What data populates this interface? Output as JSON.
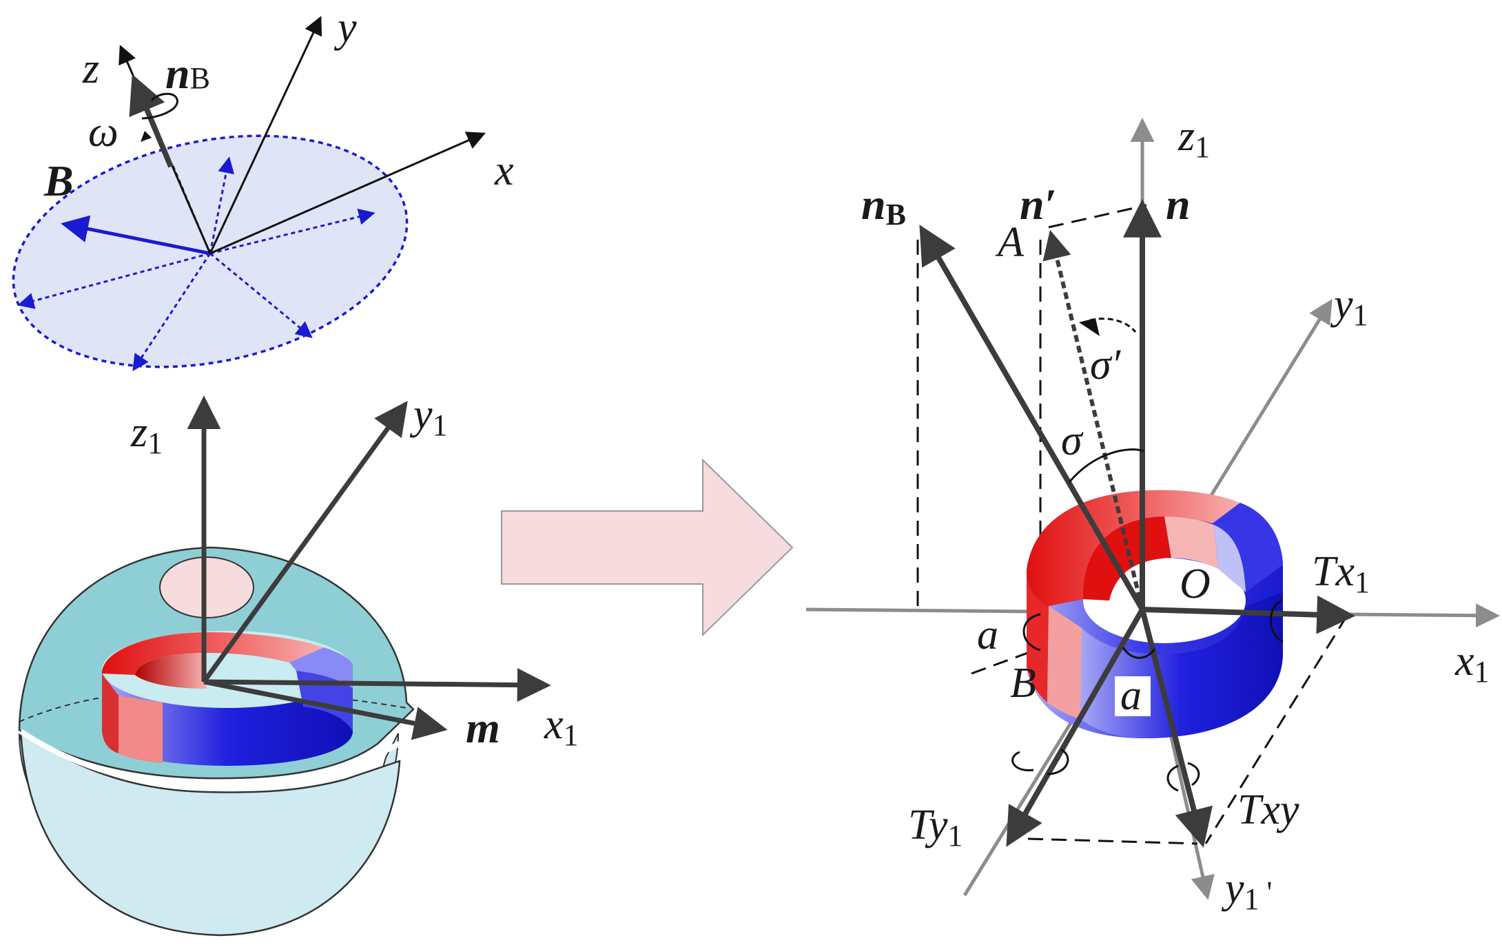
{
  "left": {
    "top": {
      "z": "z",
      "y": "y",
      "x": "x",
      "nB": {
        "main": "n",
        "sub": "B"
      },
      "omega": "ω",
      "B": "B"
    },
    "bottom": {
      "z1": {
        "main": "z",
        "sub": "1"
      },
      "y1": {
        "main": "y",
        "sub": "1"
      },
      "x1": {
        "main": "x",
        "sub": "1"
      },
      "m": "m"
    }
  },
  "right": {
    "z1": {
      "main": "z",
      "sub": "1"
    },
    "nB": {
      "main": "n",
      "sub": "B"
    },
    "nprime": "n′",
    "n": "n",
    "A": "A",
    "y1": {
      "main": "y",
      "sub": "1"
    },
    "sigma_prime": "σ′",
    "sigma": "σ",
    "O": "O",
    "Tx1": {
      "main": "Tx",
      "sub": "1"
    },
    "x1": {
      "main": "x",
      "sub": "1"
    },
    "a_left": "a",
    "B": "B",
    "a_bottom": "a",
    "Ty1": {
      "main": "Ty",
      "sub": "1"
    },
    "Txy": "Txy",
    "y1prime": {
      "main": "y",
      "sub": "1",
      "suffix": " '"
    }
  },
  "colors": {
    "field_fill": "#dfe5f7",
    "field_stroke": "#1a1ad0",
    "axis_dark": "#3c3c3c",
    "axis_light": "#8c8c8c",
    "sphere_fill": "#8ecfd6",
    "sphere_lower": "#cfeaf0",
    "ring_red": "#e01818",
    "ring_red_light": "#f49090",
    "ring_blue": "#1c1ce0",
    "ring_blue_light": "#9898f4",
    "arrow_fill": "#f6dcdc"
  }
}
